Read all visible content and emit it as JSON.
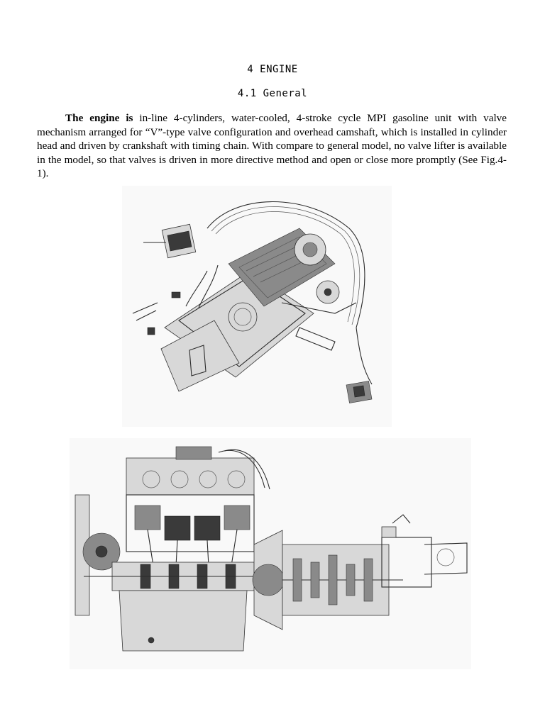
{
  "heading": {
    "chapter": "4  ENGINE",
    "section": "4.1  General"
  },
  "body": {
    "bold_lead": "The engine is",
    "text": " in-line 4-cylinders, water-cooled, 4-stroke cycle MPI gasoline unit with valve mechanism arranged for “V”-type valve configuration and overhead camshaft, which is installed in cylinder head and driven by crankshaft with timing chain. With compare to general model, no valve lifter is available in the model, so that valves is driven in more directive method and open or close more promptly (See Fig.4-1)."
  }
}
